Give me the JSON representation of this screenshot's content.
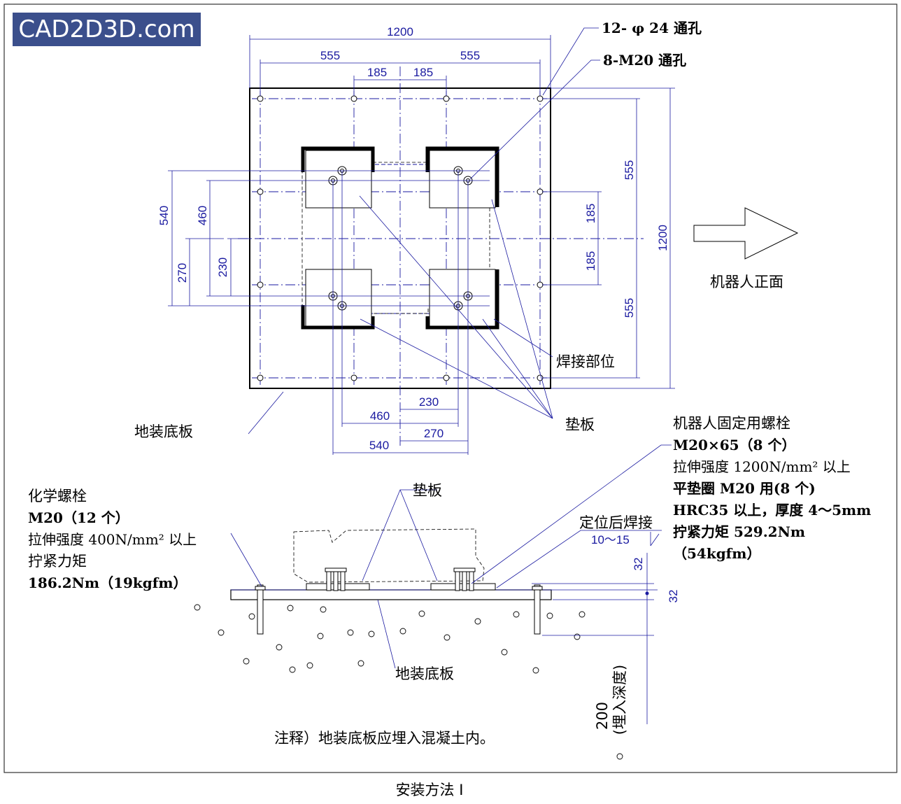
{
  "logo": {
    "text": "CAD2D3D.com"
  },
  "caption": "安装方法 I",
  "plan_view": {
    "dims_top": {
      "overall": "1200",
      "left": "555",
      "right": "555",
      "inner_left": "185",
      "inner_right": "185"
    },
    "dims_bottom": {
      "d230": "230",
      "d460": "460",
      "d270": "270",
      "d540": "540"
    },
    "dims_left": {
      "d540": "540",
      "d460": "460",
      "d270": "270",
      "d230": "230"
    },
    "dims_right": {
      "upper": "555",
      "mid_upper": "185",
      "mid_lower": "185",
      "lower": "555",
      "overall": "1200"
    },
    "labels": {
      "through_holes": "12- φ 24  通孔",
      "m20_holes": "8-M20  通孔",
      "robot_front": "机器人正面",
      "weld_area": "焊接部位",
      "shim": "垫板",
      "base_plate": "地装底板"
    }
  },
  "section_view": {
    "chem_bolt": [
      "化学螺栓",
      "M20（12 个）",
      "拉伸强度 400N/mm² 以上",
      "拧紧力矩",
      "186.2Nm（19kgfm）"
    ],
    "robot_bolt": [
      "机器人固定用螺栓",
      "M20×65（8 个）",
      "拉伸强度 1200N/mm² 以上",
      "平垫圈 M20 用(8 个)",
      "HRC35 以上，厚度 4～5mm",
      "拧紧力矩  529.2Nm",
      "（54kgfm）"
    ],
    "shim": "垫板",
    "weld_after_positioning": "定位后焊接",
    "weld_size": "10～15",
    "base_plate": "地装底板",
    "dim_32a": "32",
    "dim_32b": "32",
    "embed_depth": "200",
    "embed_label": "(埋入深度)",
    "note": "注释）地装底板应埋入混凝土内。"
  }
}
